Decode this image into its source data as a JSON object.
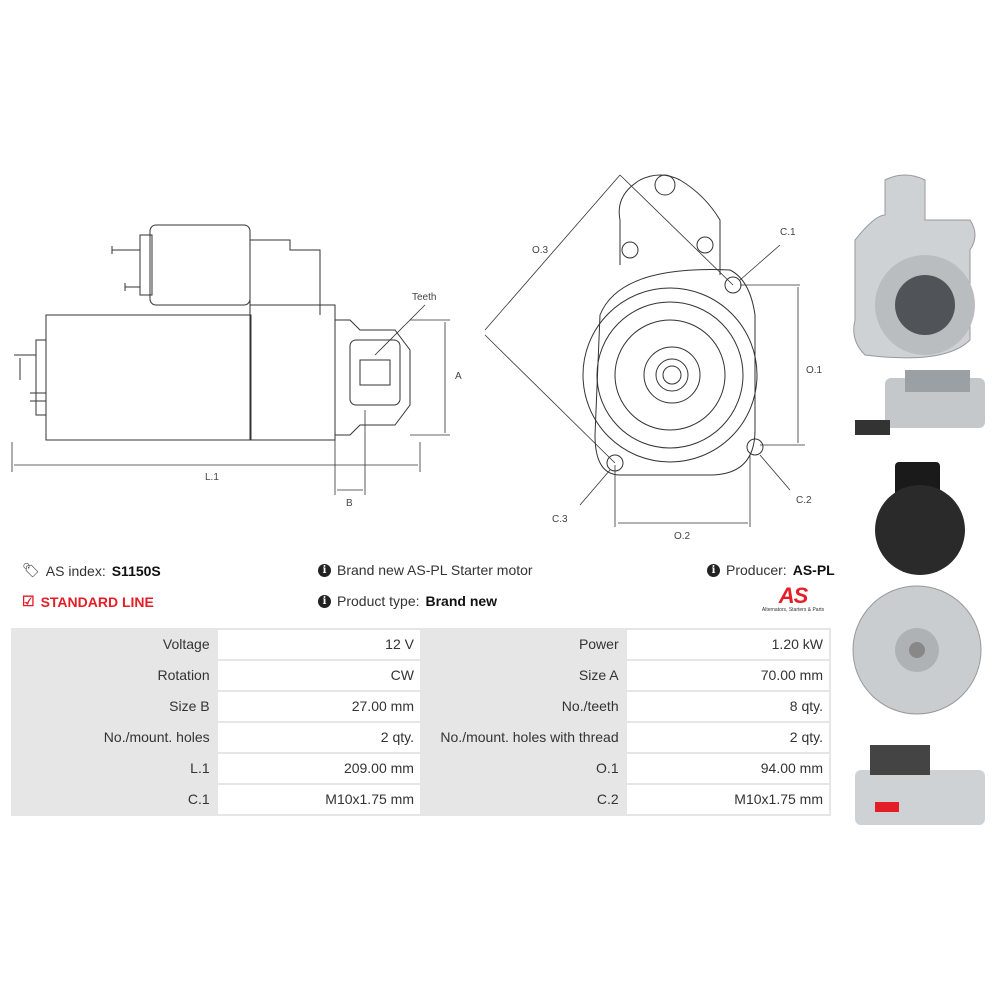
{
  "diagram_side": {
    "teeth": "Teeth",
    "a": "A",
    "l1": "L.1",
    "b": "B"
  },
  "diagram_front": {
    "o3": "O.3",
    "c1": "C.1",
    "o1": "O.1",
    "c3": "C.3",
    "c2": "C.2",
    "o2": "O.2"
  },
  "info": {
    "as_index_label": "AS index:",
    "as_index_value": "S1150S",
    "line": "STANDARD LINE",
    "description": "Brand new AS-PL Starter motor",
    "product_type_label": "Product type:",
    "product_type_value": "Brand new",
    "producer_label": "Producer:",
    "producer_value": "AS-PL",
    "logo_text": "AS",
    "logo_tagline": "Alternators, Starters & Parts"
  },
  "colors": {
    "accent": "#e41e26"
  },
  "specs": [
    {
      "l1": "Voltage",
      "v1": "12 V",
      "l2": "Power",
      "v2": "1.20 kW"
    },
    {
      "l1": "Rotation",
      "v1": "CW",
      "l2": "Size A",
      "v2": "70.00 mm"
    },
    {
      "l1": "Size B",
      "v1": "27.00 mm",
      "l2": "No./teeth",
      "v2": "8 qty."
    },
    {
      "l1": "No./mount. holes",
      "v1": "2 qty.",
      "l2": "No./mount. holes with thread",
      "v2": "2 qty."
    },
    {
      "l1": "L.1",
      "v1": "209.00 mm",
      "l2": "O.1",
      "v2": "94.00 mm"
    },
    {
      "l1": "C.1",
      "v1": "M10x1.75 mm",
      "l2": "C.2",
      "v2": "M10x1.75 mm"
    }
  ]
}
